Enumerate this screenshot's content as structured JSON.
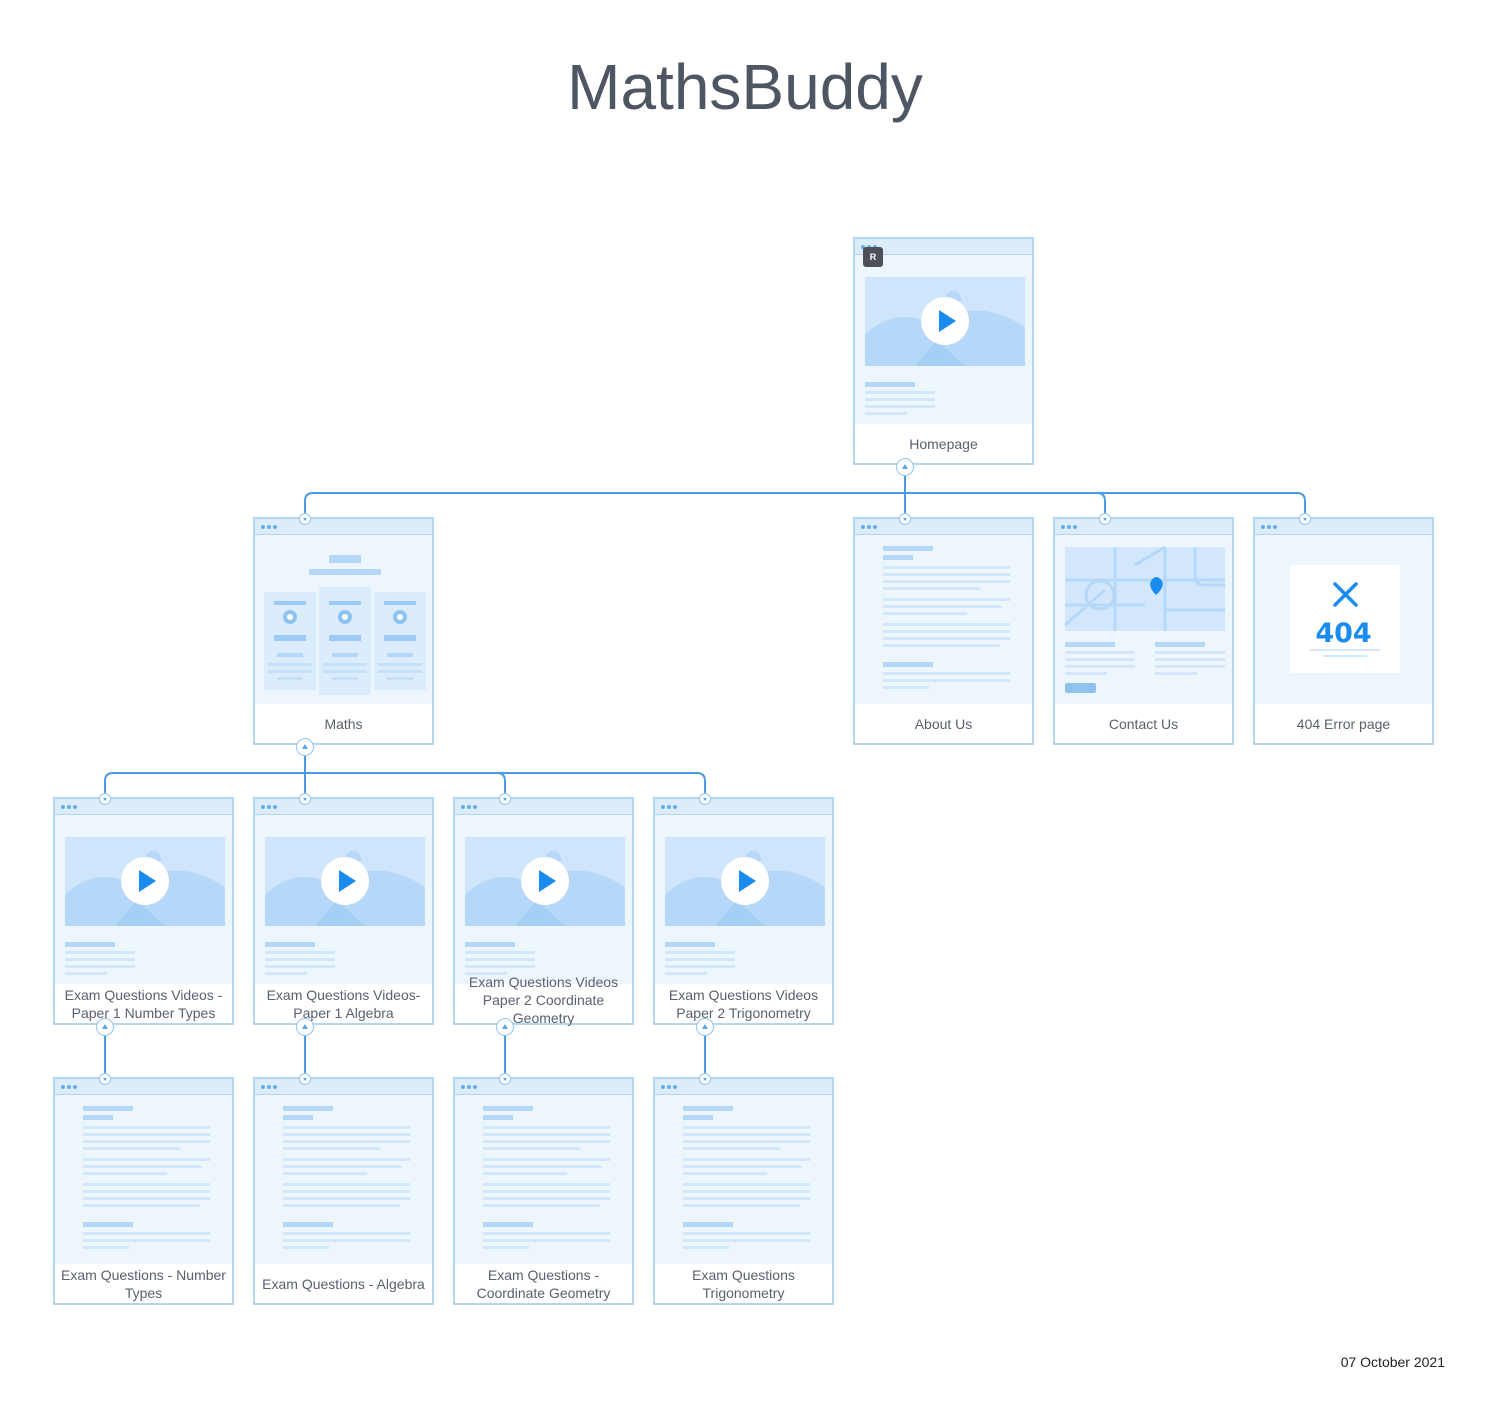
{
  "title": "MathsBuddy",
  "date": "07 October 2021",
  "badge": "R",
  "colors": {
    "line": "#4a9ae6",
    "border": "#b3d6f3",
    "accent": "#1a8cf0"
  },
  "nodes": {
    "homepage": {
      "label": "Homepage",
      "preview": "video"
    },
    "maths": {
      "label": "Maths",
      "preview": "pricing"
    },
    "about": {
      "label": "About Us",
      "preview": "text"
    },
    "contact": {
      "label": "Contact Us",
      "preview": "map"
    },
    "error404": {
      "label": "404 Error page",
      "preview": "error",
      "error_code": "404"
    },
    "v1": {
      "label": "Exam Questions Videos - Paper 1 Number Types",
      "preview": "video"
    },
    "v2": {
      "label": "Exam Questions Videos- Paper 1 Algebra",
      "preview": "video"
    },
    "v3": {
      "label": "Exam Questions Videos Paper 2 Coordinate Geometry",
      "preview": "video"
    },
    "v4": {
      "label": "Exam Questions Videos Paper 2 Trigonometry",
      "preview": "video"
    },
    "q1": {
      "label": "Exam Questions - Number Types",
      "preview": "text"
    },
    "q2": {
      "label": "Exam Questions - Algebra",
      "preview": "text"
    },
    "q3": {
      "label": "Exam Questions - Coordinate Geometry",
      "preview": "text"
    },
    "q4": {
      "label": "Exam Questions Trigonometry",
      "preview": "text"
    }
  }
}
